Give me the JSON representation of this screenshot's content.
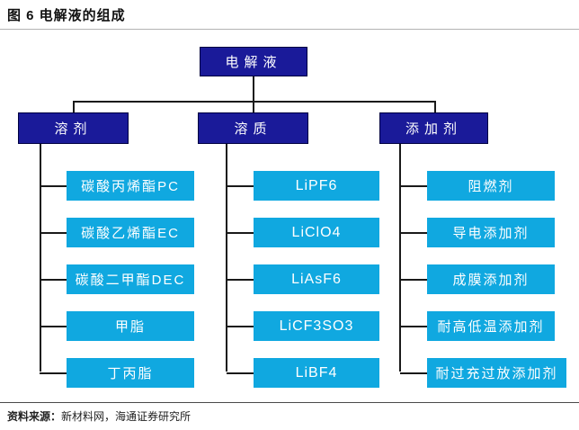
{
  "figure": {
    "title": "图 6  电解液的组成",
    "source_label": "资料来源：",
    "source_text": "新材料网，海通证券研究所"
  },
  "colors": {
    "navy": "#1A1A99",
    "cyan": "#10A8E0",
    "line": "#1a1a1a"
  },
  "tree": {
    "root": "电解液",
    "branches": [
      {
        "label": "溶剂",
        "items": [
          "碳酸丙烯酯PC",
          "碳酸乙烯酯EC",
          "碳酸二甲酯DEC",
          "甲脂",
          "丁丙脂"
        ]
      },
      {
        "label": "溶质",
        "items": [
          "LiPF6",
          "LiClO4",
          "LiAsF6",
          "LiCF3SO3",
          "LiBF4"
        ]
      },
      {
        "label": "添加剂",
        "items": [
          "阻燃剂",
          "导电添加剂",
          "成膜添加剂",
          "耐高低温添加剂",
          "耐过充过放添加剂"
        ]
      }
    ]
  }
}
